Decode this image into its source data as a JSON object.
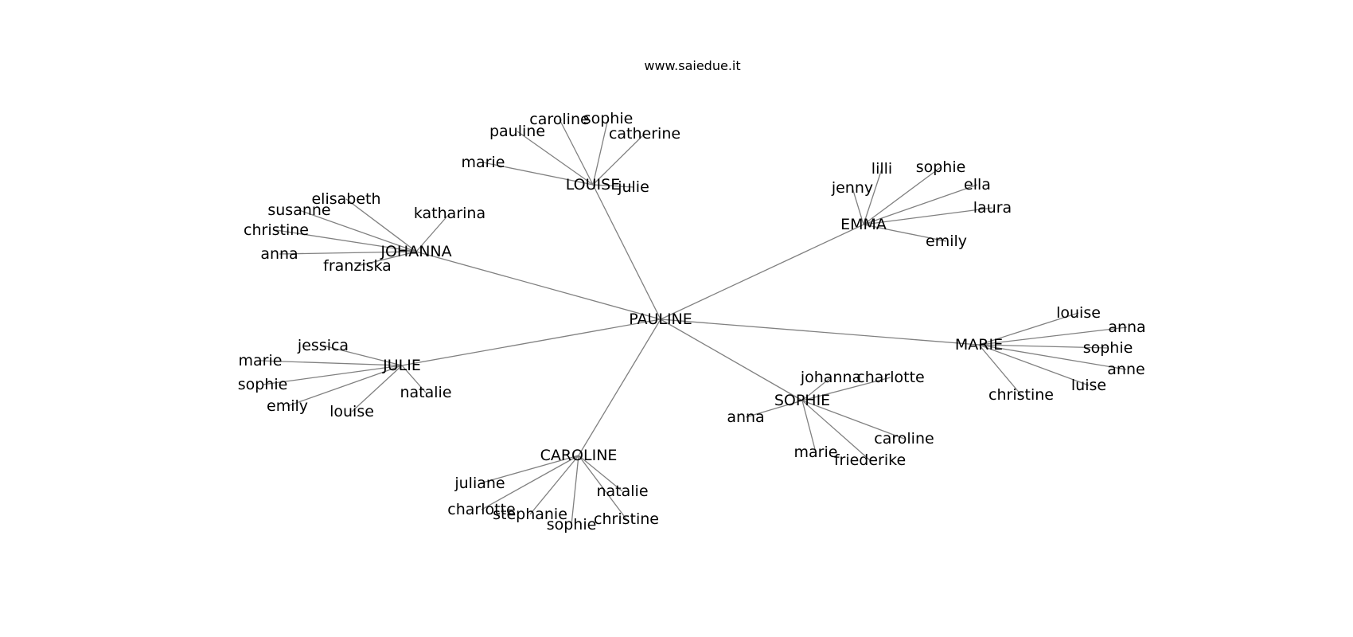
{
  "watermark": "www.saiedue.it",
  "graph": {
    "root": "PAULINE",
    "clusters": [
      {
        "name": "LOUISE",
        "children": [
          "marie",
          "pauline",
          "caroline",
          "sophie",
          "catherine",
          "julie"
        ]
      },
      {
        "name": "EMMA",
        "children": [
          "jenny",
          "lilli",
          "sophie",
          "ella",
          "laura",
          "emily"
        ]
      },
      {
        "name": "JOHANNA",
        "children": [
          "elisabeth",
          "susanne",
          "christine",
          "anna",
          "franziska",
          "katharina"
        ]
      },
      {
        "name": "MARIE",
        "children": [
          "louise",
          "anna",
          "sophie",
          "anne",
          "luise",
          "christine"
        ]
      },
      {
        "name": "JULIE",
        "children": [
          "jessica",
          "marie",
          "sophie",
          "emily",
          "louise",
          "natalie"
        ]
      },
      {
        "name": "SOPHIE",
        "children": [
          "johanna",
          "charlotte",
          "anna",
          "marie",
          "friederike",
          "caroline"
        ]
      },
      {
        "name": "CAROLINE",
        "children": [
          "juliane",
          "charlotte",
          "stephanie",
          "sophie",
          "christine",
          "natalie"
        ]
      }
    ]
  }
}
